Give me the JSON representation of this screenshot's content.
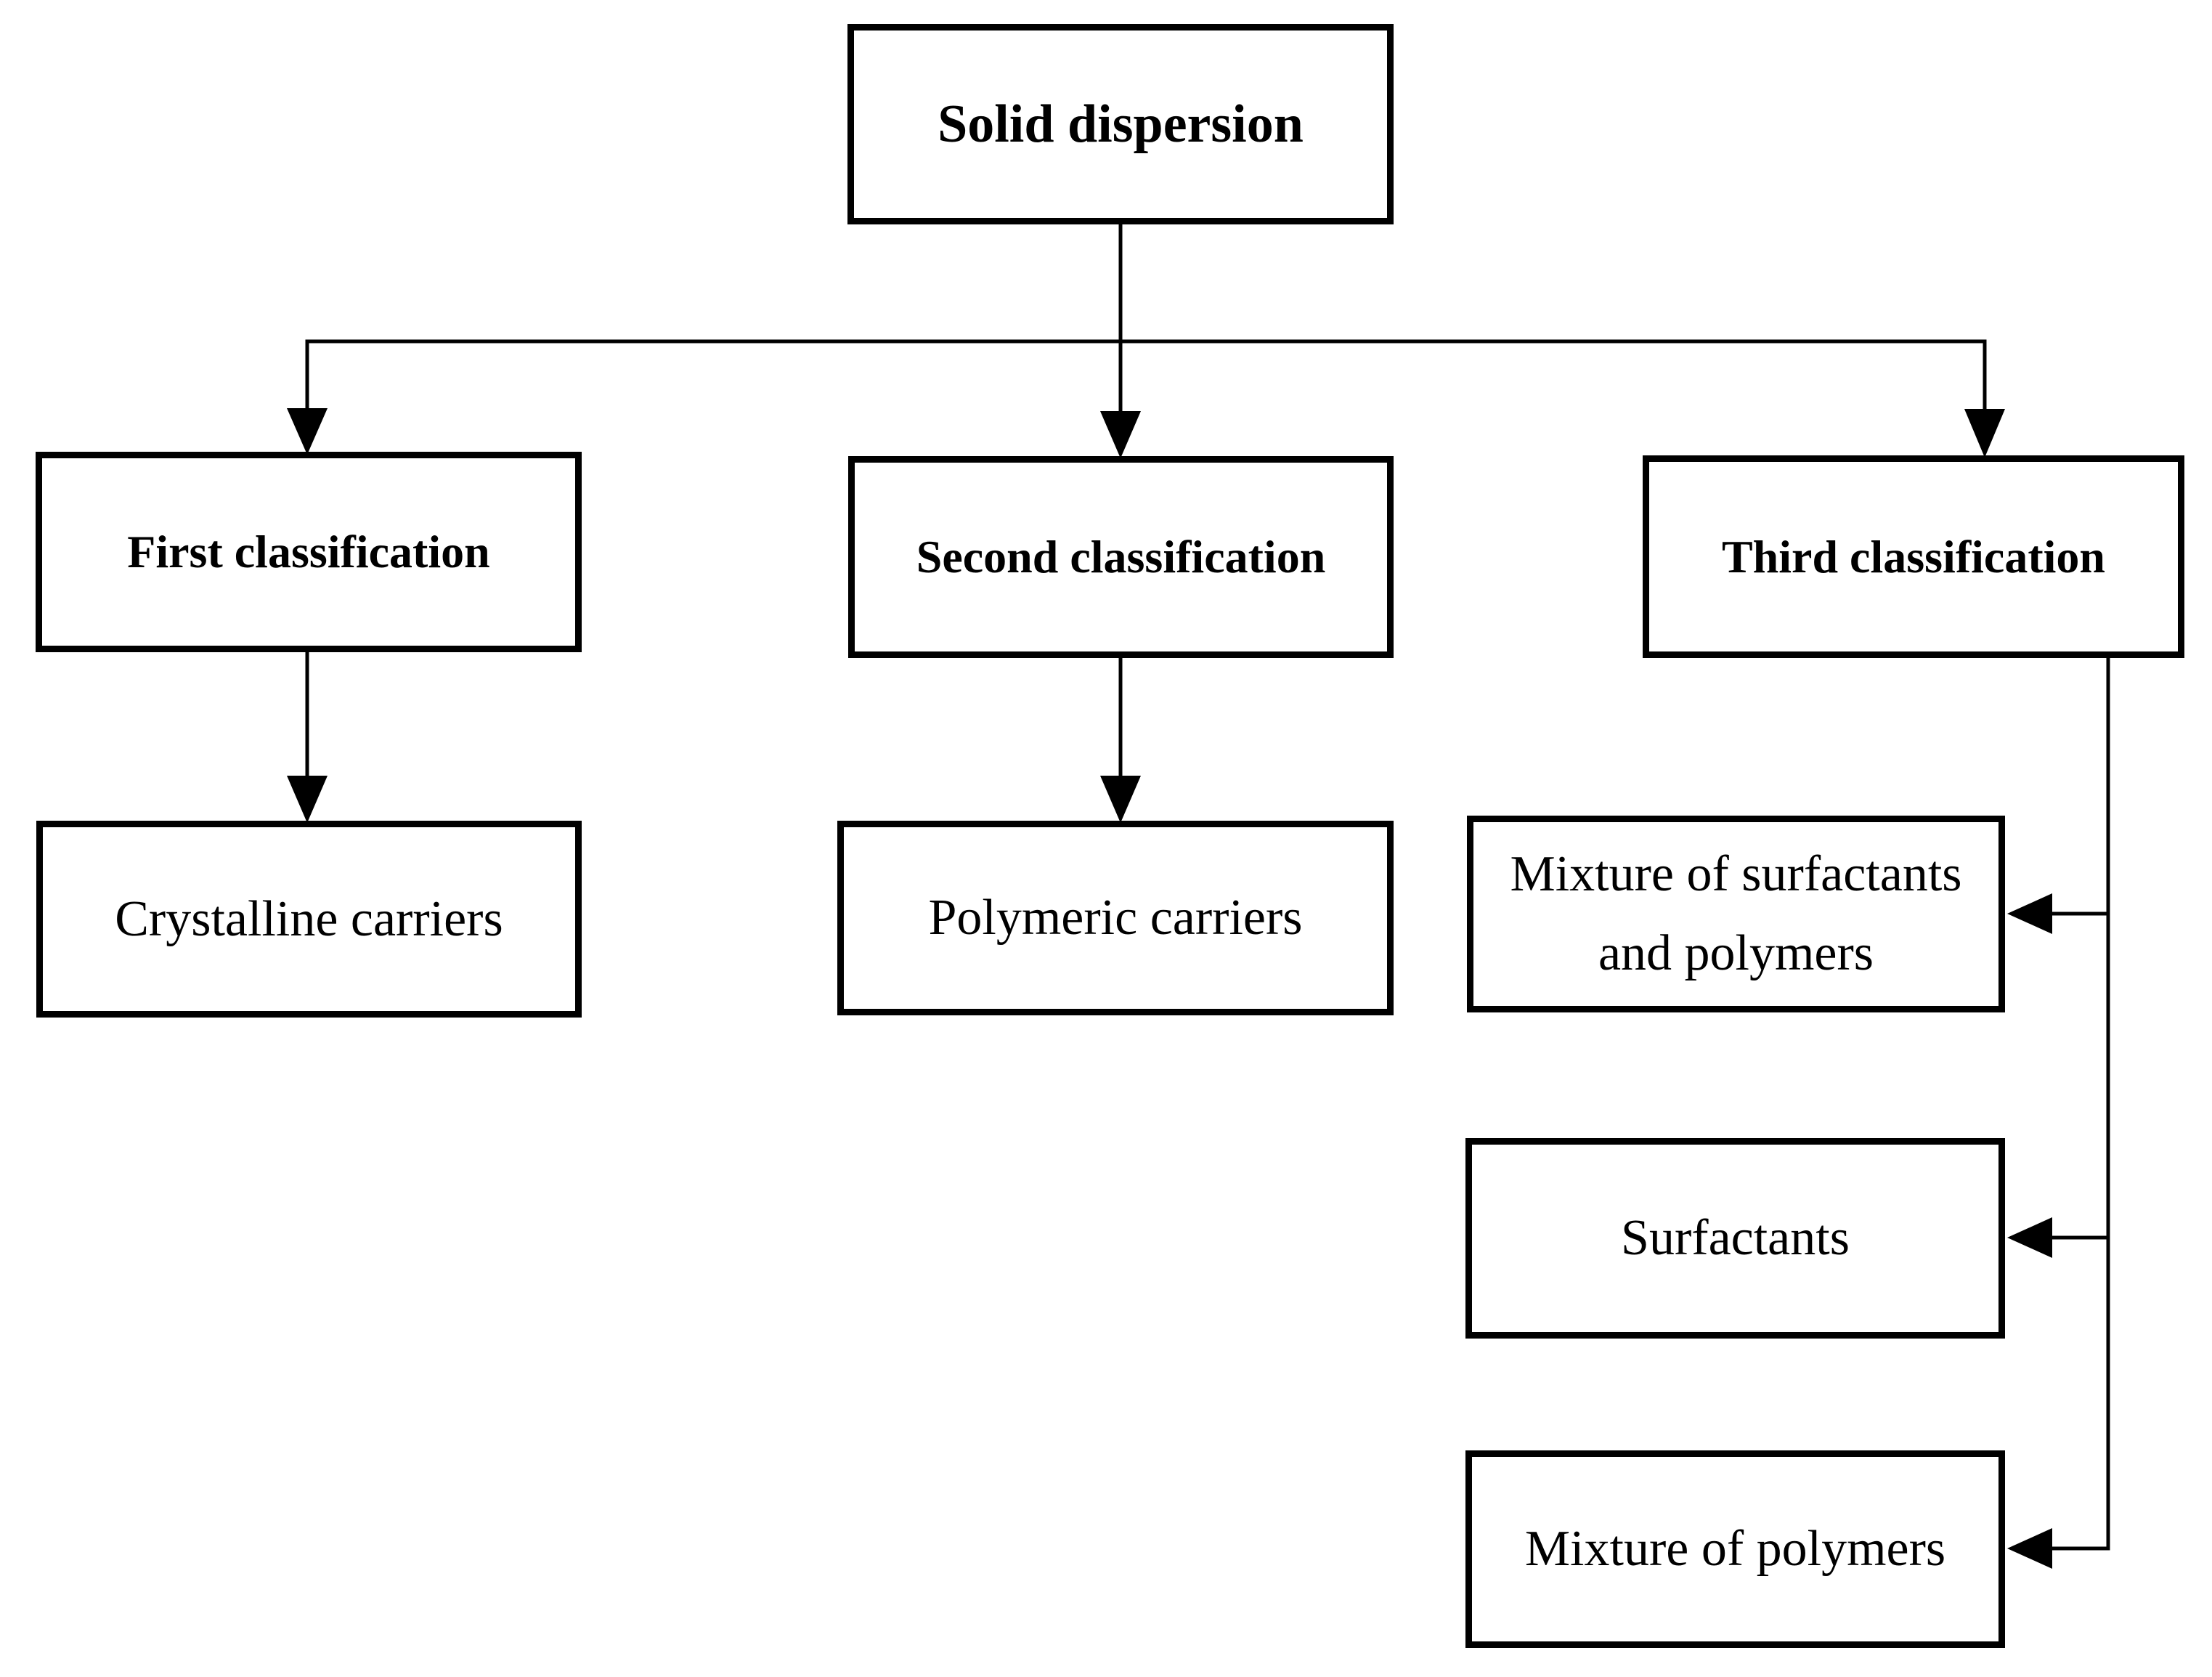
{
  "diagram": {
    "type": "flowchart",
    "colors": {
      "background": "#ffffff",
      "line": "#000000",
      "box_fill": "#ffffff",
      "box_border": "#000000",
      "text": "#000000"
    },
    "nodes": {
      "solid_dispersion": {
        "label": "Solid dispersion"
      },
      "first_classification": {
        "label": "First classification"
      },
      "second_classification": {
        "label": "Second classification"
      },
      "third_classification": {
        "label": "Third classification"
      },
      "crystalline_carriers": {
        "label": "Crystalline carriers"
      },
      "polymeric_carriers": {
        "label": "Polymeric carriers"
      },
      "mixture_surfactants_polymers": {
        "label": "Mixture of surfactants and polymers",
        "lines": [
          "Mixture of surfactants",
          "and polymers"
        ]
      },
      "surfactants": {
        "label": "Surfactants"
      },
      "mixture_polymers": {
        "label": "Mixture of polymers"
      }
    },
    "edges": [
      {
        "from": "solid_dispersion",
        "to": "first_classification"
      },
      {
        "from": "solid_dispersion",
        "to": "second_classification"
      },
      {
        "from": "solid_dispersion",
        "to": "third_classification"
      },
      {
        "from": "first_classification",
        "to": "crystalline_carriers"
      },
      {
        "from": "second_classification",
        "to": "polymeric_carriers"
      },
      {
        "from": "third_classification",
        "to": "mixture_surfactants_polymers"
      },
      {
        "from": "third_classification",
        "to": "surfactants"
      },
      {
        "from": "third_classification",
        "to": "mixture_polymers"
      }
    ]
  }
}
